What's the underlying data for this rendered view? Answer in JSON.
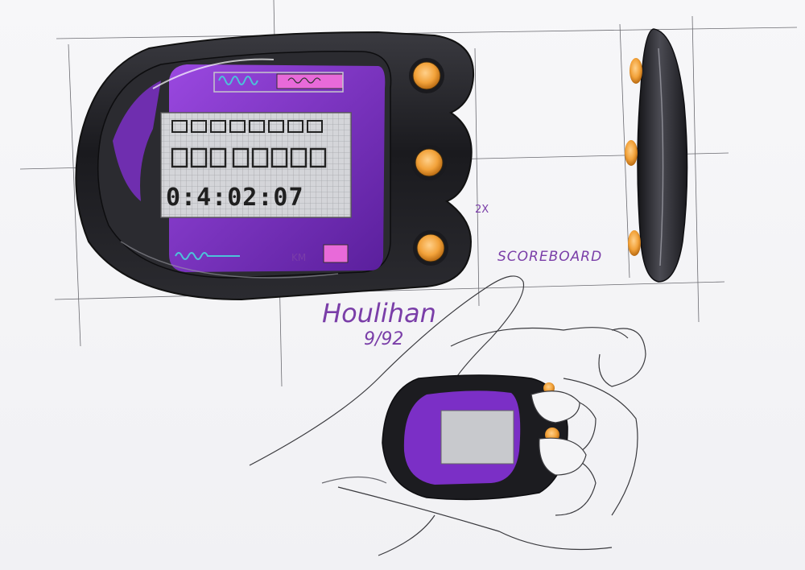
{
  "labels": {
    "scale_note": "2X",
    "product_name": "SCOREBOARD",
    "signature": "Houlihan",
    "date": "9/92",
    "unit_label": "KM"
  },
  "display": {
    "row3": "0:4:02:07"
  },
  "colors": {
    "body": "#1e1e22",
    "bezel": "#2c2c31",
    "lcd_frame": "#7b2fc6",
    "lcd_screen": "#c8c9cd",
    "accent_pink": "#e86ad9",
    "button": "#f2a23a",
    "ink_purple": "#7a3ea8"
  },
  "icons": {
    "buttons": "orange-round-button",
    "views": [
      "front-view",
      "side-view",
      "in-hand-view"
    ]
  }
}
